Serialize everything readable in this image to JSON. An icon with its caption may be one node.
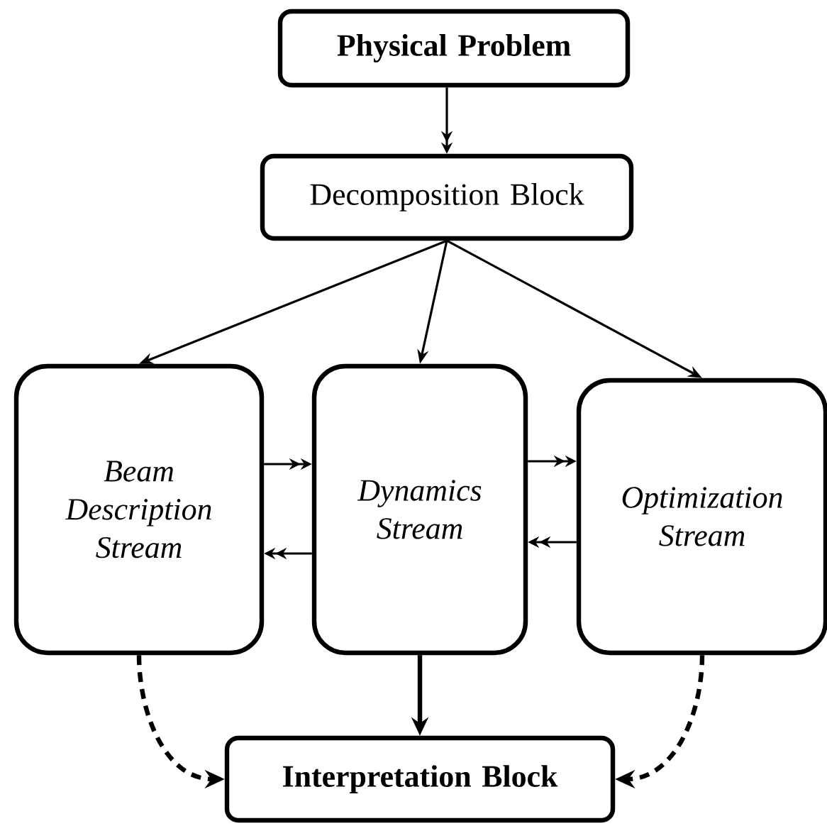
{
  "diagram": {
    "nodes": [
      {
        "text": [
          "Physical Problem"
        ]
      },
      {
        "text": [
          "Decomposition Block"
        ]
      },
      {
        "text": [
          "Beam Description Stream"
        ]
      },
      {
        "text": [
          "Dynamics Stream"
        ]
      },
      {
        "text": [
          "Optimization Stream"
        ]
      },
      {
        "text": [
          "Interpretation Block"
        ]
      }
    ],
    "edges": [
      {
        "from": 0,
        "to": 1,
        "arrow": "to"
      },
      {
        "from": 1,
        "to": 2,
        "arrow": "to"
      },
      {
        "from": 1,
        "to": 3,
        "arrow": "to"
      },
      {
        "from": 1,
        "to": 4,
        "arrow": "to"
      },
      {
        "from": 2,
        "to": 3,
        "arrow": "to"
      },
      {
        "from": 3,
        "to": 2,
        "arrow": "to"
      },
      {
        "from": 3,
        "to": 4,
        "arrow": "to"
      },
      {
        "from": 4,
        "to": 3,
        "arrow": "to"
      },
      {
        "from": 3,
        "to": 5,
        "arrow": "to",
        "style": "thick"
      },
      {
        "from": 2,
        "to": 5,
        "arrow": "to",
        "style": "dashed"
      },
      {
        "from": 4,
        "to": 5,
        "arrow": "to",
        "style": "dashed"
      }
    ]
  }
}
